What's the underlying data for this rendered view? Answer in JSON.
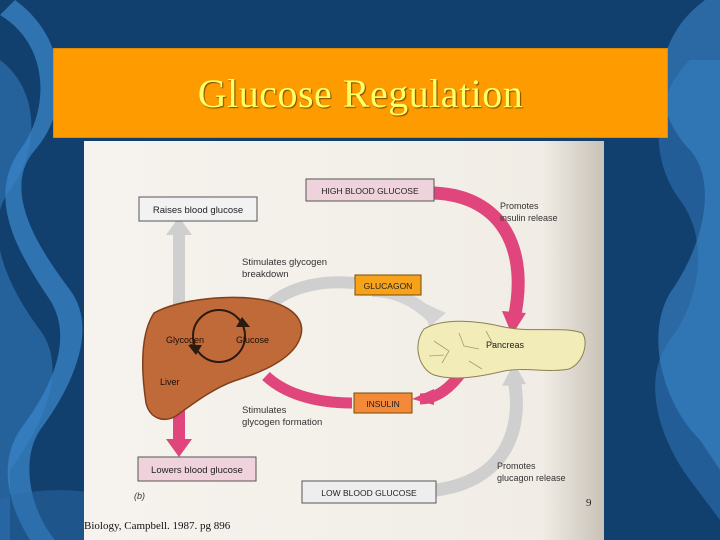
{
  "slide": {
    "title": "Glucose Regulation",
    "slide_number": "9",
    "citation": "Biology, Campbell. 1987. pg 896"
  },
  "diagram": {
    "panel_label": "(b)",
    "boxes": {
      "high_blood_glucose": "HIGH BLOOD GLUCOSE",
      "low_blood_glucose": "LOW BLOOD GLUCOSE",
      "raises_blood_glucose": "Raises blood glucose",
      "lowers_blood_glucose": "Lowers blood glucose",
      "glucagon": "GLUCAGON",
      "insulin": "INSULIN"
    },
    "labels": {
      "promotes_insulin_1": "Promotes",
      "promotes_insulin_2": "insulin release",
      "promotes_glucagon_1": "Promotes",
      "promotes_glucagon_2": "glucagon release",
      "stim_breakdown_1": "Stimulates glycogen",
      "stim_breakdown_2": "breakdown",
      "stim_formation_1": "Stimulates",
      "stim_formation_2": "glycogen formation",
      "glycogen": "Glycogen",
      "glucose": "Glucose",
      "liver": "Liver",
      "pancreas": "Pancreas"
    },
    "colors": {
      "pink_arrow": "#e0457b",
      "gray_arrow": "#cfcfcf",
      "hormone_box": "#f7a21b",
      "liver": "#c06a3a",
      "pancreas": "#f2ecb8"
    }
  }
}
